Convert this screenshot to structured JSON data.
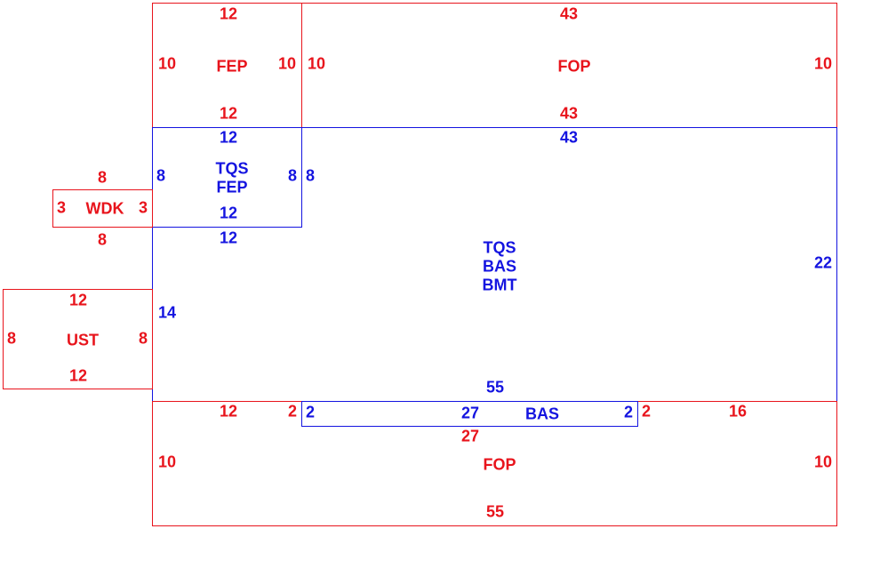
{
  "colors": {
    "red": "#e8141c",
    "blue": "#1414e0"
  },
  "fep_top": {
    "name": "FEP",
    "top": "12",
    "left": "10",
    "right": "10",
    "bottom": "12"
  },
  "fop_top": {
    "name": "FOP",
    "top": "43",
    "left": "10",
    "right": "10",
    "bottom": "43"
  },
  "tqs_fep": {
    "name_1": "TQS",
    "name_2": "FEP",
    "top": "12",
    "left": "8",
    "right": "8",
    "bottom": "12"
  },
  "wdk": {
    "name": "WDK",
    "left": "3",
    "right": "3",
    "top": "8",
    "bottom": "8"
  },
  "tqs_bas_bmt": {
    "name_1": "TQS",
    "name_2": "BAS",
    "name_3": "BMT",
    "top": "43",
    "left_upper": "8",
    "left_lower": "14",
    "inner_top": "12",
    "right": "22",
    "bottom": "55"
  },
  "ust": {
    "name": "UST",
    "top": "12",
    "left": "8",
    "right": "8",
    "bottom": "12"
  },
  "bas": {
    "name": "BAS",
    "top": "27",
    "left": "2",
    "right": "2"
  },
  "fop_bottom": {
    "name": "FOP",
    "top_left": "12",
    "top_left_gap": "2",
    "top_right_gap": "2",
    "top_right": "16",
    "bas_under": "27",
    "left": "10",
    "right": "10",
    "bottom": "55"
  }
}
